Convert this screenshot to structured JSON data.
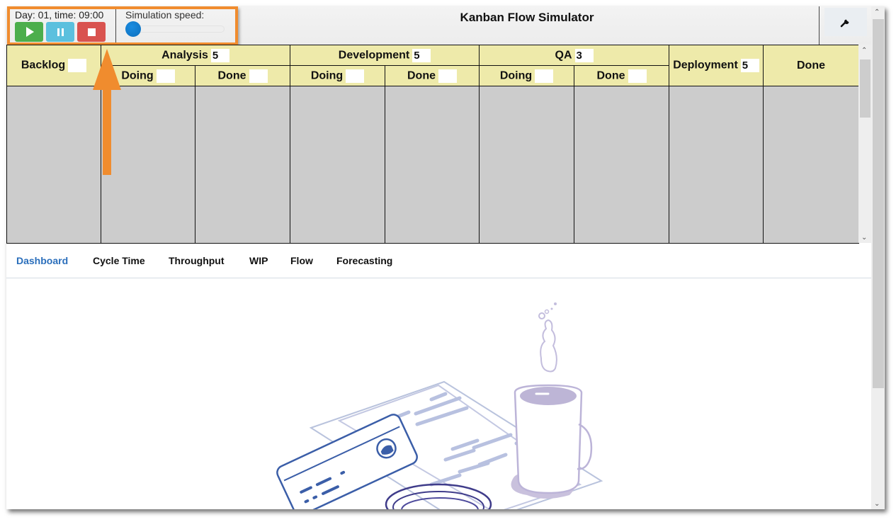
{
  "header": {
    "day_time": "Day: 01, time: 09:00",
    "speed_label": "Simulation speed:",
    "speed_value": 0,
    "title": "Kanban Flow Simulator",
    "buttons": {
      "play": "play-icon",
      "pause": "pause-icon",
      "stop": "stop-icon",
      "settings": "wrench-icon"
    }
  },
  "board": {
    "columns": [
      {
        "name": "Backlog",
        "wip": ""
      },
      {
        "name": "Analysis",
        "wip": "5",
        "sub": [
          {
            "name": "Doing",
            "wip": ""
          },
          {
            "name": "Done",
            "wip": ""
          }
        ]
      },
      {
        "name": "Development",
        "wip": "5",
        "sub": [
          {
            "name": "Doing",
            "wip": ""
          },
          {
            "name": "Done",
            "wip": ""
          }
        ]
      },
      {
        "name": "QA",
        "wip": "3",
        "sub": [
          {
            "name": "Doing",
            "wip": ""
          },
          {
            "name": "Done",
            "wip": ""
          }
        ]
      },
      {
        "name": "Deployment",
        "wip": "5"
      },
      {
        "name": "Done"
      }
    ],
    "header_color": "#eeeaaa",
    "cell_color": "#cccccc"
  },
  "tabs": [
    {
      "label": "Dashboard",
      "active": true
    },
    {
      "label": "Cycle Time",
      "active": false
    },
    {
      "label": "Throughput",
      "active": false
    },
    {
      "label": "WIP",
      "active": false
    },
    {
      "label": "Flow",
      "active": false
    },
    {
      "label": "Forecasting",
      "active": false
    }
  ],
  "colors": {
    "play": "#4cae4c",
    "pause": "#5bc0de",
    "stop": "#d9534f",
    "active_tab": "#2a6ebb",
    "annotation": "#f08c2e"
  },
  "illustration": "empty-dashboard-coffee-illustration"
}
